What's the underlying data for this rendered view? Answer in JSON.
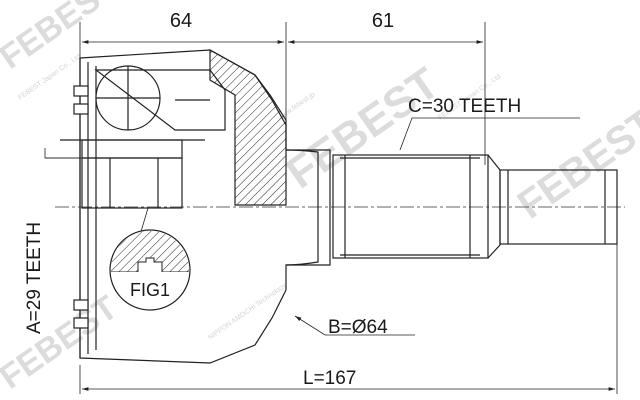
{
  "dimensions": {
    "housing_length": "64",
    "stem_length": "61",
    "spline_outer": "C=30 TEETH",
    "spline_inner": "A=29 TEETH",
    "diameter": "B=Ø64",
    "total_length": "L=167",
    "figure_ref": "FIG1"
  },
  "watermark": {
    "brand": "FEBEST",
    "company": "FEBEST Japan Co., Ltd",
    "tagline": "NIPPON AMOCHI Technology",
    "url": "www.febest.jp"
  }
}
